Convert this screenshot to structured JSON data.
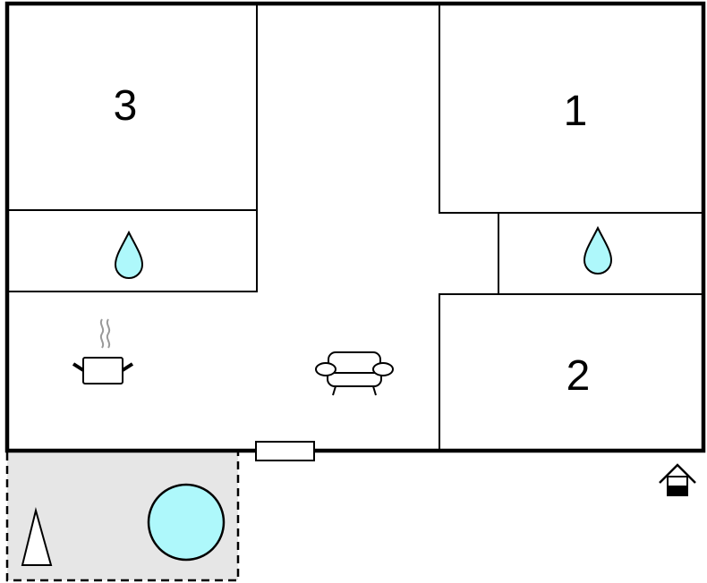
{
  "rooms": {
    "bedroom_3": "3",
    "bedroom_1": "1",
    "bedroom_2": "2"
  },
  "icons": [
    "water-drop-icon",
    "water-drop-icon",
    "cooking-pot-icon",
    "sofa-icon",
    "door",
    "terrace",
    "pool-icon",
    "umbrella-icon",
    "house-icon"
  ],
  "colors": {
    "water": "#aef8fb",
    "terrace": "#e6e6e6",
    "wall": "#000000",
    "steam": "#999999"
  }
}
